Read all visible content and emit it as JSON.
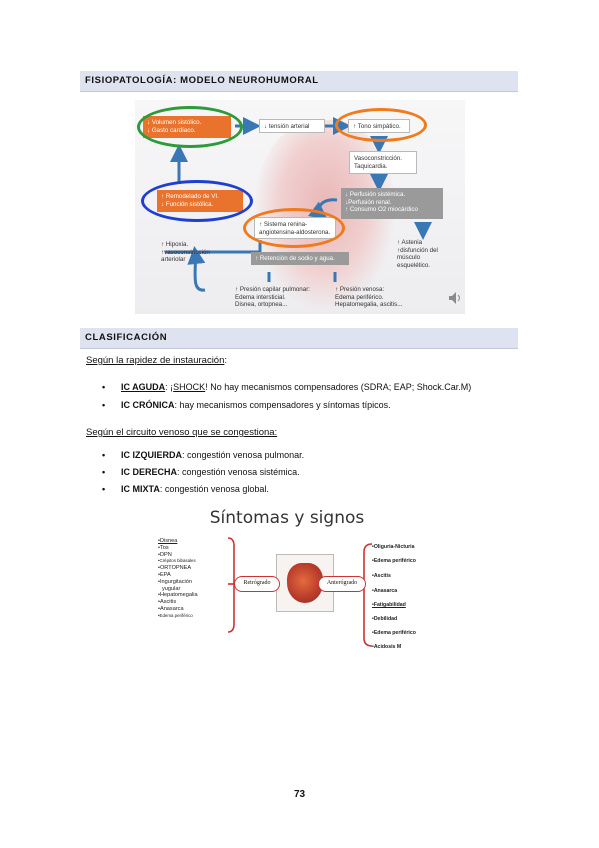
{
  "section1": {
    "title": "FISIOPATOLOGÍA: MODELO NEUROHUMORAL"
  },
  "diagram1": {
    "box_volumen": "↓ Volumen sistólico.\n↓ Gasto cardíaco.",
    "box_tension": "↓ tensión arterial",
    "box_tono": "↑ Tono simpático.",
    "box_vasoconstriccion": "Vasoconstricción.\nTaquicardia.",
    "box_remodelado": "↑ Remodelado de VI.\n↓ Función sistólica.",
    "box_perfusion": "↓ Perfusión sistémica.\n↓Perfusión renal.\n↑ Consumo O2 miocárdico",
    "box_renina": "↑ Sistema renina-\nangiotensina-aldosterona.",
    "box_hipoxia": "↑ Hipoxia.\n↑vasoconstricción\narteriolar",
    "box_astenia": "↑ Astenia\n↑disfunción del músculo\nesquelético.",
    "box_retencion": "↑ Retención de sodio y agua.",
    "box_presion_capilar": "↑ Presión capilar pulmonar:\nEdema intersticial.\nDisnea, ortopnea...",
    "box_presion_venosa": "↑ Presión venosa:\nEdema periférico.\nHepatomegalia, ascitis..."
  },
  "section2": {
    "title": "CLASIFICACIÓN"
  },
  "sub1": "Según la rapidez de instauración",
  "sub1_colon": ":",
  "b1": {
    "label": "IC AGUDA",
    "pre": ": ¡",
    "shock": "SHOCK",
    "post": "! No hay mecanismos compensadores (SDRA; EAP; Shock.Car.M)"
  },
  "b2": {
    "label": "IC CRÓNICA",
    "text": ": hay mecanismos compensadores y síntomas típicos."
  },
  "sub2": "Según el circuito venoso que se congestiona:",
  "b3": {
    "label": "IC IZQUIERDA",
    "text": ": congestión venosa pulmonar."
  },
  "b4": {
    "label": "IC DERECHA",
    "text": ": congestión venosa sistémica."
  },
  "b5": {
    "label": "IC MIXTA",
    "text": ": congestión venosa global."
  },
  "diagram2": {
    "title": "Síntomas y signos",
    "left_label": "Retrógrado",
    "right_label": "Anterógrado",
    "left_items": [
      "Disnea",
      "Tos",
      "DPN",
      "Crépitos bibasales",
      "ORTOPNEA",
      "EPA",
      "Ingurgitación",
      "yugular",
      "Hepatomegalia",
      "Ascitis",
      "Anasarca",
      "Edema periférico"
    ],
    "right_items": [
      "Oliguria-Nicturia",
      "Edema periférico",
      "Ascitis",
      "Anasarca",
      "Fatigabilidad",
      "Debilidad",
      "Edema periférico",
      "Acidosis M"
    ]
  },
  "page_number": "73",
  "colors": {
    "orange": "#e9722c",
    "green": "#2d9b3a",
    "blue": "#1f3fd0",
    "ring_orange": "#f07a1c",
    "section_bar": "#dfe3ef"
  }
}
